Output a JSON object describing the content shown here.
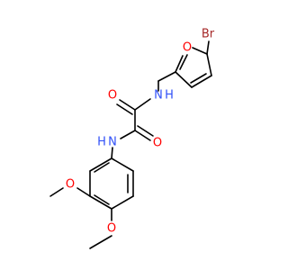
{
  "atoms": {
    "br": {
      "text": "Br",
      "color": "#a62929"
    },
    "o_furan": {
      "text": "O",
      "color": "#ff0000"
    },
    "n_top": {
      "text": "N",
      "color": "#3050f8"
    },
    "h_top": {
      "text": "H",
      "color": "#3050f8"
    },
    "o_carbonyl_1": {
      "text": "O",
      "color": "#ff0000"
    },
    "o_carbonyl_2": {
      "text": "O",
      "color": "#ff0000"
    },
    "n_bottom": {
      "text": "N",
      "color": "#3050f8"
    },
    "h_bottom": {
      "text": "H",
      "color": "#3050f8"
    },
    "o_methoxy_1": {
      "text": "O",
      "color": "#ff0000"
    },
    "o_methoxy_2": {
      "text": "O",
      "color": "#ff0000"
    }
  }
}
